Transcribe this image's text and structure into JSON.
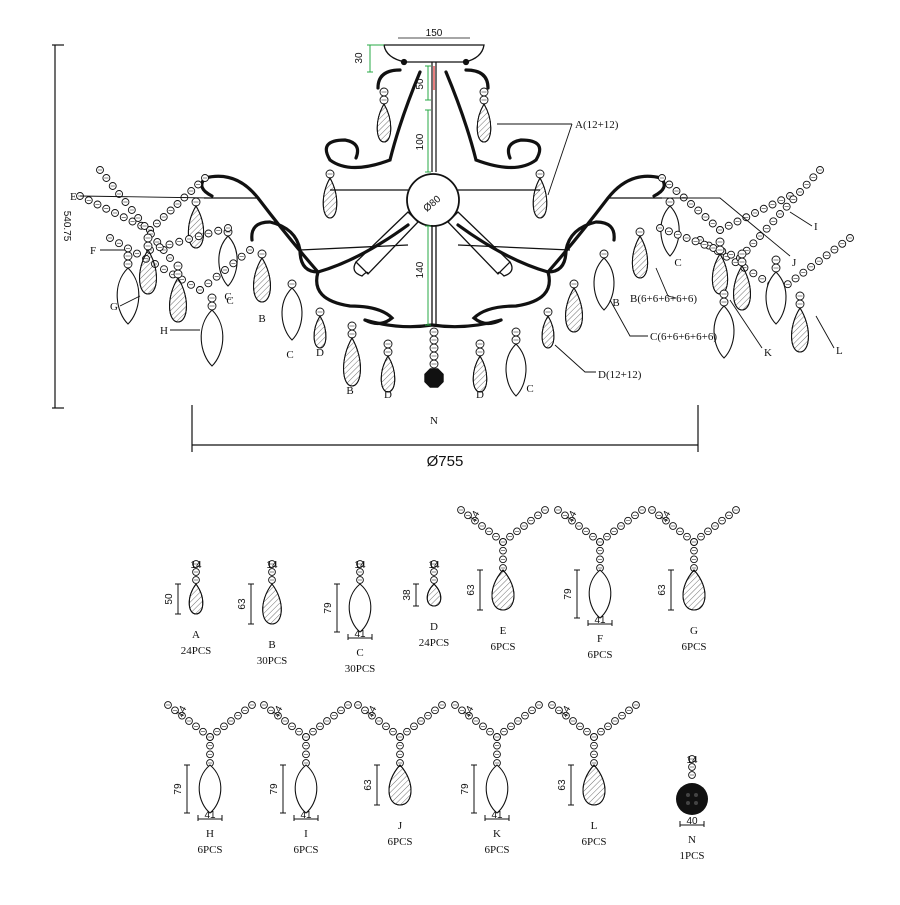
{
  "dimensions": {
    "height": "540.75",
    "diameter": "Ø755",
    "canopy_width": "150",
    "canopy_height": "30",
    "rod_top": "50",
    "rod_mid": "100",
    "rod_low": "140",
    "hub_diameter": "Ø80"
  },
  "callouts": [
    {
      "id": "A",
      "text": "A(12+12)"
    },
    {
      "id": "B",
      "text": "B(6+6+6+6+6)"
    },
    {
      "id": "C",
      "text": "C(6+6+6+6+6)"
    },
    {
      "id": "D",
      "text": "D(12+12)"
    },
    {
      "id": "E",
      "text": "E"
    },
    {
      "id": "F",
      "text": "F"
    },
    {
      "id": "G",
      "text": "G"
    },
    {
      "id": "H",
      "text": "H"
    },
    {
      "id": "I",
      "text": "I"
    },
    {
      "id": "J",
      "text": "J"
    },
    {
      "id": "K",
      "text": "K"
    },
    {
      "id": "L",
      "text": "L"
    },
    {
      "id": "N",
      "text": "N"
    }
  ],
  "inline_labels": [
    "B",
    "C",
    "C",
    "D",
    "B",
    "D",
    "D",
    "C",
    "C",
    "B",
    "C",
    "C"
  ],
  "parts": [
    {
      "code": "A",
      "qty": "24PCS",
      "length": "50",
      "width": "",
      "top": "14",
      "drop": "faceted",
      "arms": false
    },
    {
      "code": "B",
      "qty": "30PCS",
      "length": "63",
      "width": "",
      "top": "14",
      "drop": "faceted",
      "arms": false
    },
    {
      "code": "C",
      "qty": "30PCS",
      "length": "79",
      "width": "41",
      "top": "14",
      "drop": "leaf",
      "arms": false
    },
    {
      "code": "D",
      "qty": "24PCS",
      "length": "38",
      "width": "",
      "top": "14",
      "drop": "faceted",
      "arms": false
    },
    {
      "code": "E",
      "qty": "6PCS",
      "length": "63",
      "width": "",
      "top": "14",
      "drop": "faceted",
      "arms": true
    },
    {
      "code": "F",
      "qty": "6PCS",
      "length": "79",
      "width": "41",
      "top": "14",
      "drop": "leaf",
      "arms": true
    },
    {
      "code": "G",
      "qty": "6PCS",
      "length": "63",
      "width": "",
      "top": "14",
      "drop": "faceted",
      "arms": true
    },
    {
      "code": "H",
      "qty": "6PCS",
      "length": "79",
      "width": "41",
      "top": "14",
      "drop": "leaf",
      "arms": true
    },
    {
      "code": "I",
      "qty": "6PCS",
      "length": "79",
      "width": "41",
      "top": "14",
      "drop": "leaf",
      "arms": true
    },
    {
      "code": "J",
      "qty": "6PCS",
      "length": "63",
      "width": "",
      "top": "14",
      "drop": "faceted",
      "arms": true
    },
    {
      "code": "K",
      "qty": "6PCS",
      "length": "79",
      "width": "41",
      "top": "14",
      "drop": "leaf",
      "arms": true
    },
    {
      "code": "L",
      "qty": "6PCS",
      "length": "63",
      "width": "",
      "top": "14",
      "drop": "faceted",
      "arms": true
    },
    {
      "code": "N",
      "qty": "1PCS",
      "length": "",
      "width": "40",
      "top": "14",
      "drop": "ball",
      "arms": false
    }
  ],
  "colors": {
    "line": "#111111",
    "dim_green": "#27a844",
    "dim_red": "#d92b2b",
    "ball": "#111111"
  }
}
